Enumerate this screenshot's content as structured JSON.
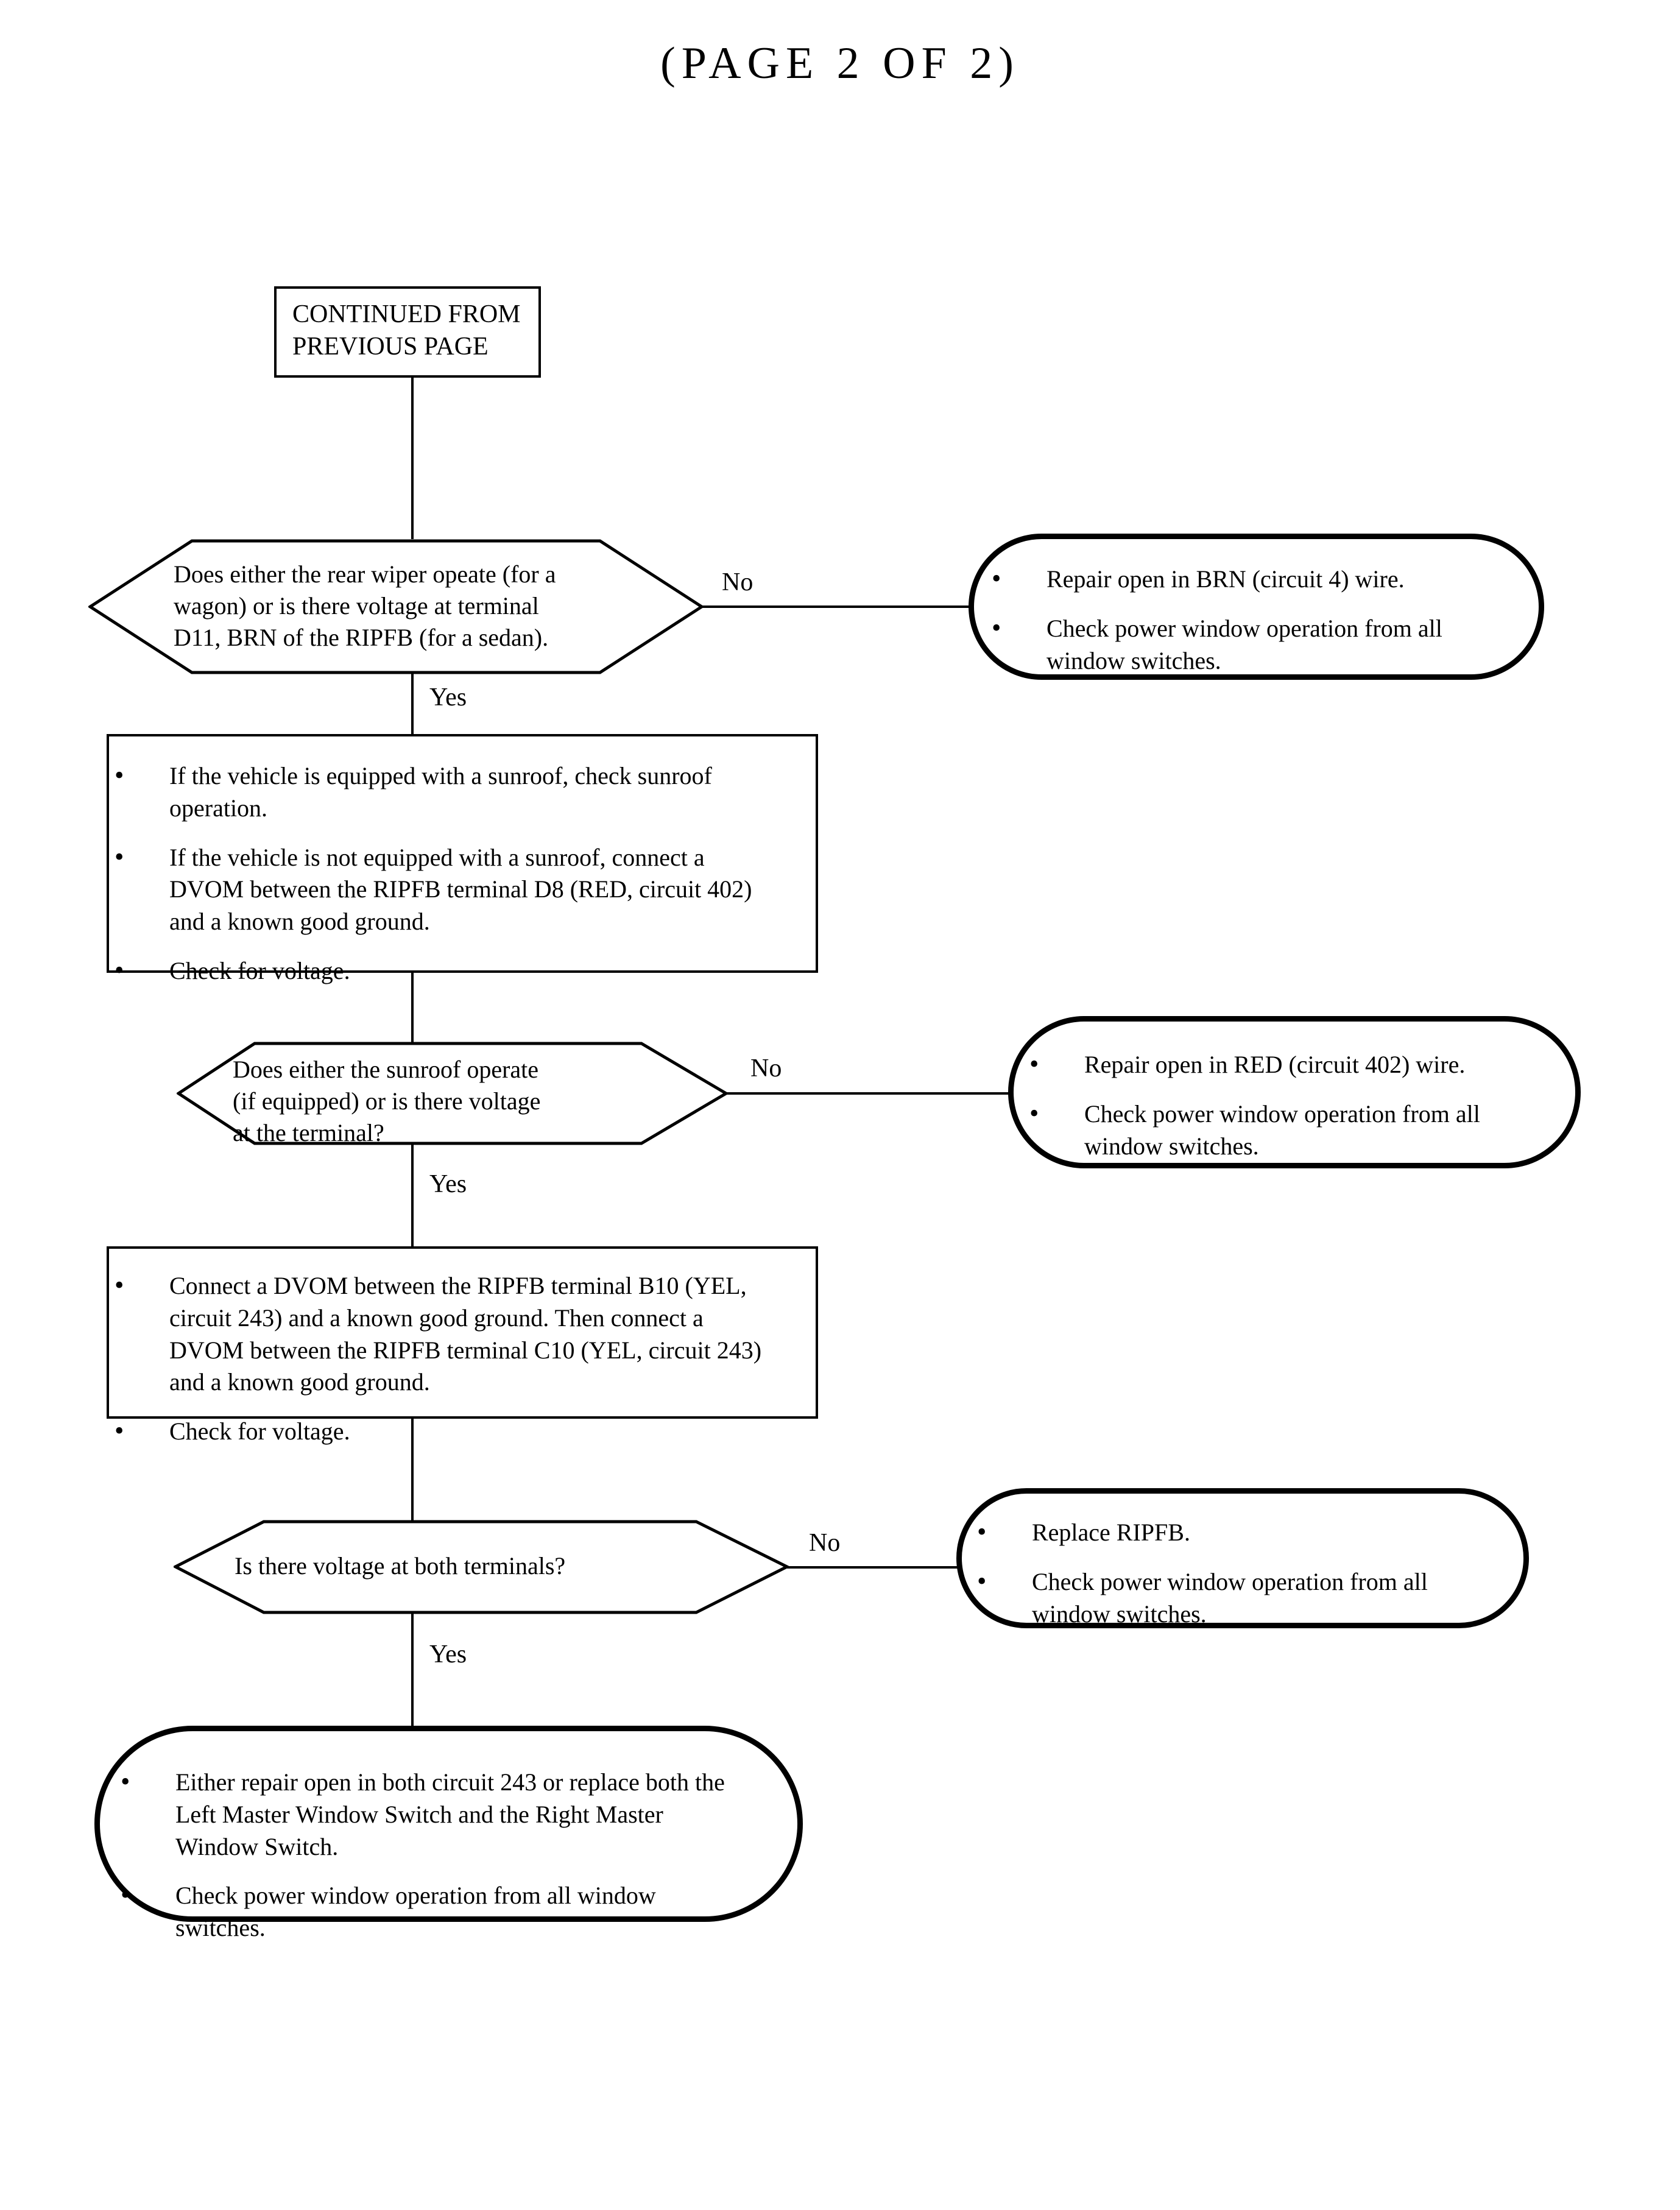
{
  "page": {
    "title": "(PAGE 2 OF 2)"
  },
  "nodes": {
    "continued": {
      "line1": "CONTINUED FROM",
      "line2": "PREVIOUS PAGE"
    },
    "decision1": {
      "text": "Does either the rear wiper opeate (for a wagon) or is there voltage at terminal D11, BRN of the RIPFB (for a sedan).",
      "line1": "Does either the rear wiper opeate (for a",
      "line2": "wagon) or is there voltage at terminal",
      "line3": "D11, BRN of the RIPFB (for a sedan)."
    },
    "terminator1": {
      "bullets": [
        "Repair open in BRN (circuit 4) wire.",
        "Check power window operation from all window switches."
      ]
    },
    "process1": {
      "bullets": [
        "If the vehicle is equipped with a sunroof, check sunroof operation.",
        "If the vehicle is not equipped with a sunroof, connect a DVOM between the RIPFB terminal D8 (RED, circuit 402) and a known good ground.",
        "Check for voltage."
      ]
    },
    "decision2": {
      "text": "Does either the sunroof operate (if equipped) or is there voltage at the terminal?",
      "line1": "Does either the sunroof operate",
      "line2": "(if equipped) or is there voltage",
      "line3": "at the terminal?"
    },
    "terminator2": {
      "bullets": [
        "Repair open in RED (circuit 402) wire.",
        "Check power window operation from all window switches."
      ]
    },
    "process2": {
      "bullets": [
        "Connect a DVOM between the RIPFB terminal B10 (YEL, circuit 243) and a known good ground. Then connect a DVOM between the RIPFB terminal C10 (YEL, circuit 243) and a known good ground.",
        "Check for voltage."
      ]
    },
    "decision3": {
      "text": "Is there voltage at both terminals?"
    },
    "terminator3": {
      "bullets": [
        "Replace RIPFB.",
        "Check power window operation from all window switches."
      ]
    },
    "terminator4": {
      "bullets": [
        "Either repair open in both circuit 243 or replace both the Left Master Window Switch and the Right Master Window Switch.",
        "Check power window operation from all window switches."
      ]
    }
  },
  "edges": {
    "no1": "No",
    "yes1": "Yes",
    "no2": "No",
    "yes2": "Yes",
    "no3": "No",
    "yes3": "Yes"
  },
  "colors": {
    "stroke": "#000000",
    "background": "#ffffff"
  }
}
